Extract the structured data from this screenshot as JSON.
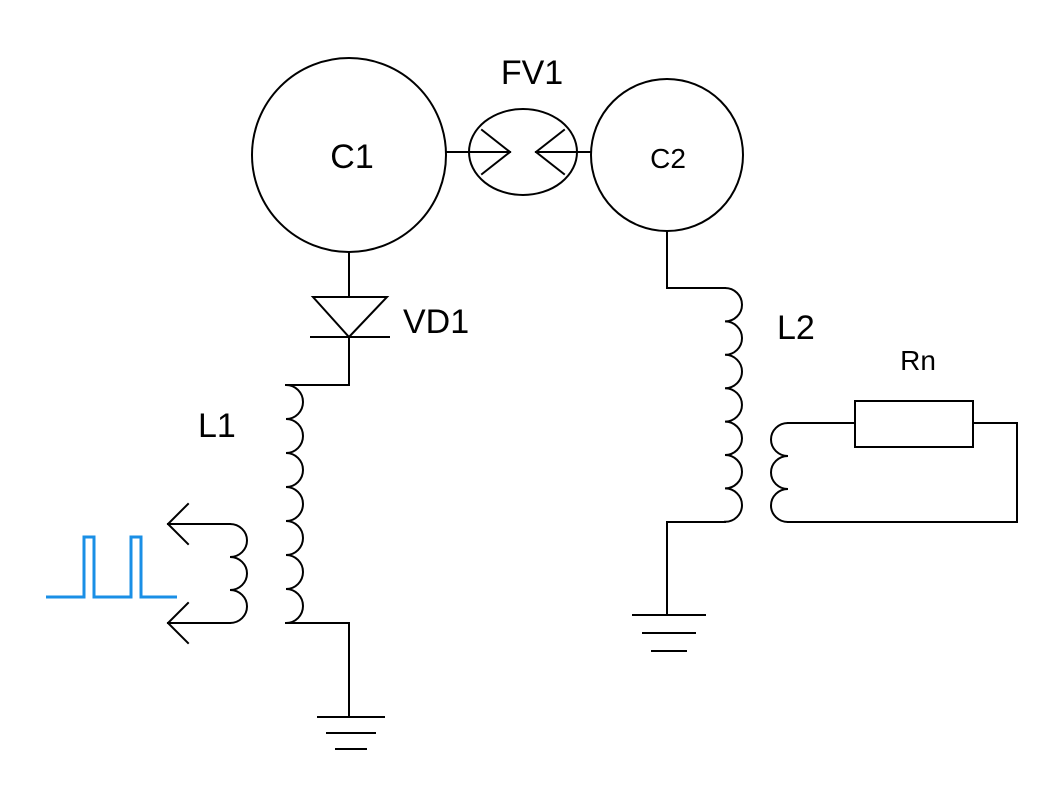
{
  "colors": {
    "line": "#000000",
    "signal": "#1a8fe6",
    "background": "#ffffff"
  },
  "labels": {
    "c1": "C1",
    "c2": "C2",
    "fv1": "FV1",
    "vd1": "VD1",
    "l1": "L1",
    "l2": "L2",
    "rn": "Rn"
  },
  "icons": {
    "pulse_source": "pulse-train-icon",
    "ground": "ground-icon",
    "diode": "diode-icon",
    "spark_gap": "spark-gap-icon",
    "inductor": "inductor-coil-icon",
    "resistor": "resistor-icon"
  }
}
